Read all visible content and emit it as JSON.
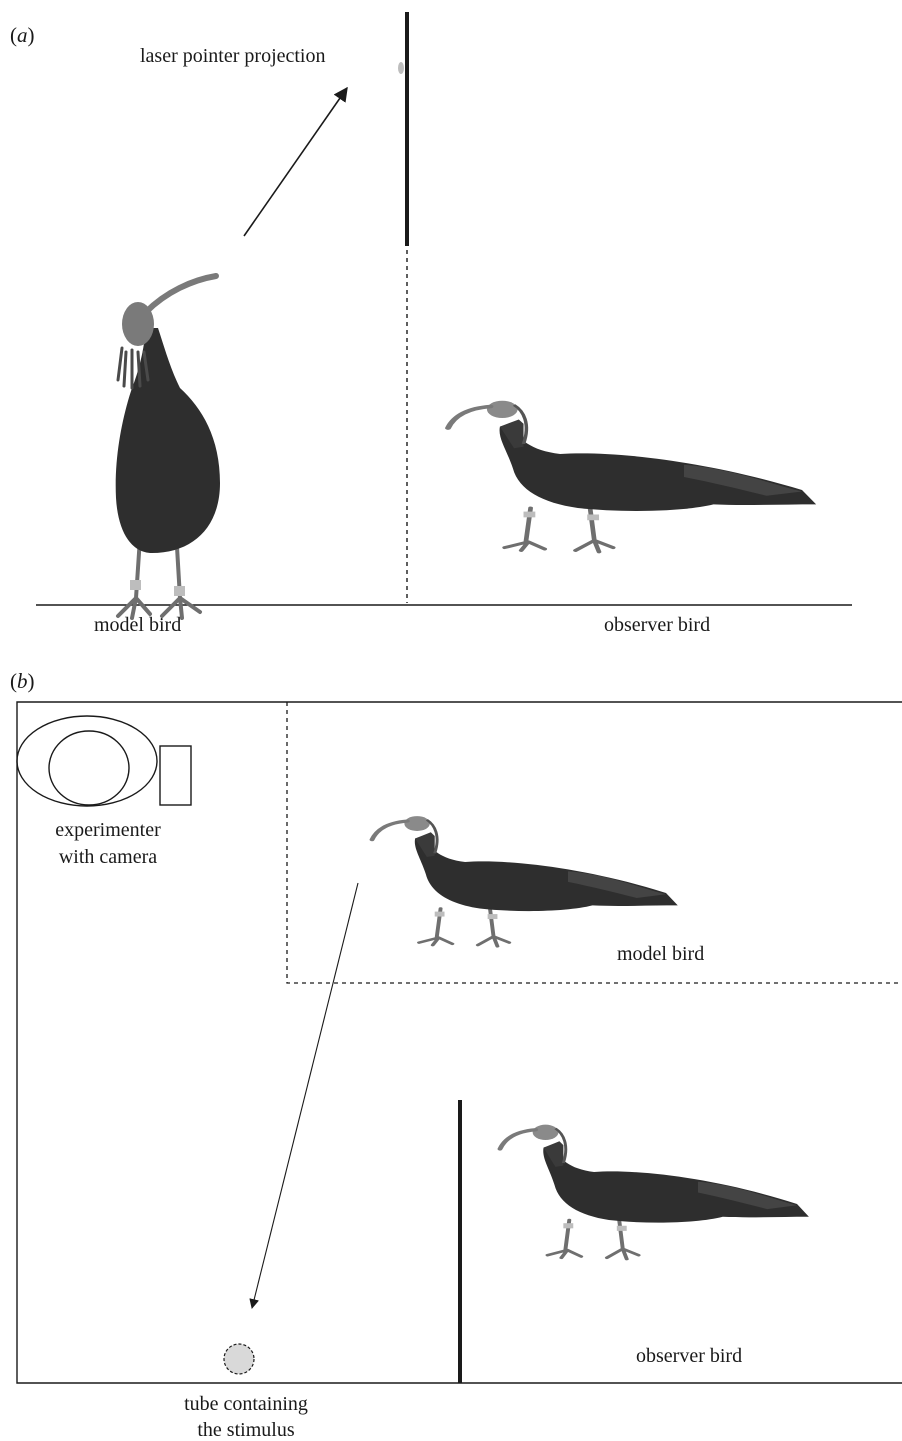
{
  "panel_a": {
    "label_open": "(",
    "label_letter": "a",
    "label_close": ")",
    "laser_label": "laser pointer projection",
    "model_label": "model bird",
    "observer_label": "observer bird"
  },
  "panel_b": {
    "label_open": "(",
    "label_letter": "b",
    "label_close": ")",
    "experimenter_label_line1": "experimenter",
    "experimenter_label_line2": "with camera",
    "model_label": "model bird",
    "observer_label": "observer bird",
    "tube_label_line1": "tube containing",
    "tube_label_line2": "the stimulus"
  },
  "icons": {
    "bird_standing": "ibis-upright-icon",
    "bird_walking": "ibis-walking-icon",
    "experimenter": "experimenter-camera-icon",
    "tube": "stimulus-tube-icon"
  },
  "colors": {
    "ink": "#1a1a1a",
    "bird_body": "#2e2e2e",
    "bird_head": "#8a8a8a",
    "tube_fill": "#d9d9d9"
  }
}
